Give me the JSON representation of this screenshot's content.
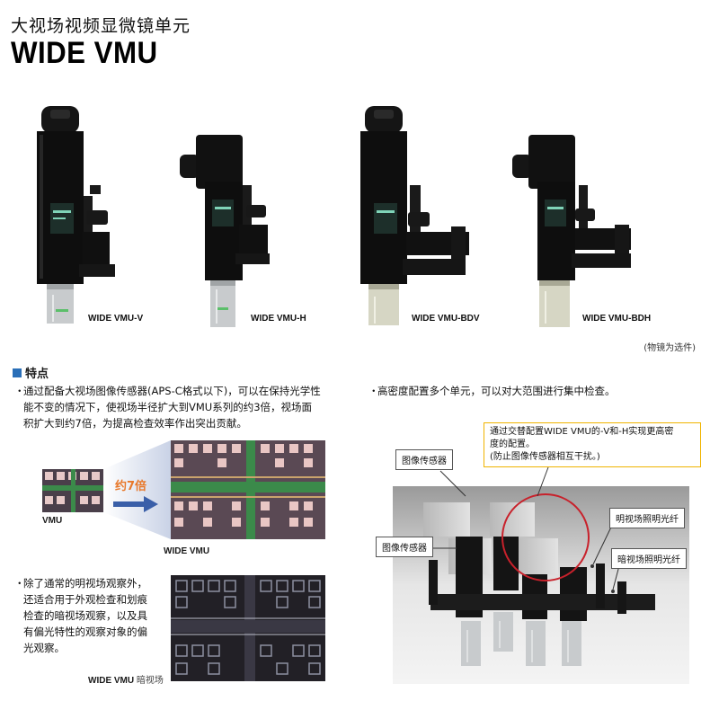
{
  "header": {
    "title_cn": "大视场视频显微镜单元",
    "title_en": "WIDE VMU"
  },
  "products": [
    {
      "label": "WIDE VMU-V"
    },
    {
      "label": "WIDE VMU-H"
    },
    {
      "label": "WIDE VMU-BDV"
    },
    {
      "label": "WIDE VMU-BDH"
    }
  ],
  "objective_note": "(物镜为选件)",
  "features": {
    "heading": "特点",
    "bullet": "・",
    "point1_lines": [
      "通过配备大视场图像传感器(APS-C格式以下)，可以在保持光学性",
      "能不变的情况下，使视场半径扩大到VMU系列的约3倍，视场面",
      "积扩大到约7倍，为提高检查效率作出突出贡献。"
    ],
    "point2_lines": [
      "除了通常的明视场观察外，",
      "还适合用于外观检查和划痕",
      "检查的暗视场观察，以及具",
      "有偏光特性的观察对象的偏",
      "光观察。"
    ],
    "point3_lines": [
      "高密度配置多个单元，可以对大范围进行集中检查。"
    ]
  },
  "comparison": {
    "ratio_label": "约7倍",
    "vmu_caption": "VMU",
    "wide_caption": "WIDE VMU"
  },
  "darkfield_caption": {
    "model": "WIDE VMU",
    "mode": "暗视场"
  },
  "lab_callouts": {
    "note_lines": [
      "通过交替配置WIDE VMU的-V和-H实现更高密",
      "度的配置。",
      "(防止图像传感器相互干扰。)"
    ],
    "sensor_top": "图像传感器",
    "sensor_left": "图像传感器",
    "bright_fiber": "明视场照明光纤",
    "dark_fiber": "暗视场照明光纤"
  },
  "colors": {
    "accent_blue": "#2a6fb8",
    "callout_yellow": "#f0b400",
    "highlight_red": "#c8212b",
    "arrow_blue": "#3a5fa8",
    "ratio_orange": "#e8782a"
  }
}
